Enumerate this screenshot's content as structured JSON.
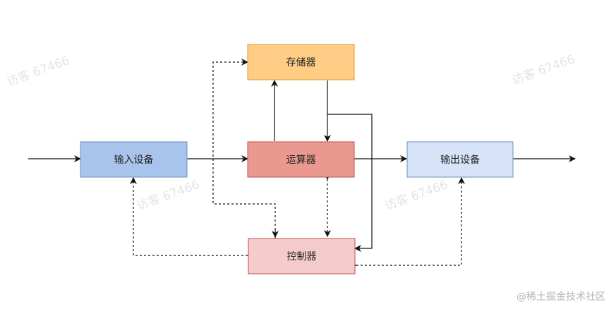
{
  "nodes": {
    "storage": {
      "label": "存储器",
      "fill": "#ffcd85",
      "stroke": "#d79b22"
    },
    "alu": {
      "label": "运算器",
      "fill": "#ea9890",
      "stroke": "#b85450"
    },
    "input": {
      "label": "输入设备",
      "fill": "#a8c4ec",
      "stroke": "#6c8ebf"
    },
    "output": {
      "label": "输出设备",
      "fill": "#d6e3f8",
      "stroke": "#6c8ebf"
    },
    "control": {
      "label": "控制器",
      "fill": "#f5cccc",
      "stroke": "#b85450"
    }
  },
  "watermark": "访客 67466",
  "credit": "@稀土掘金技术社区"
}
